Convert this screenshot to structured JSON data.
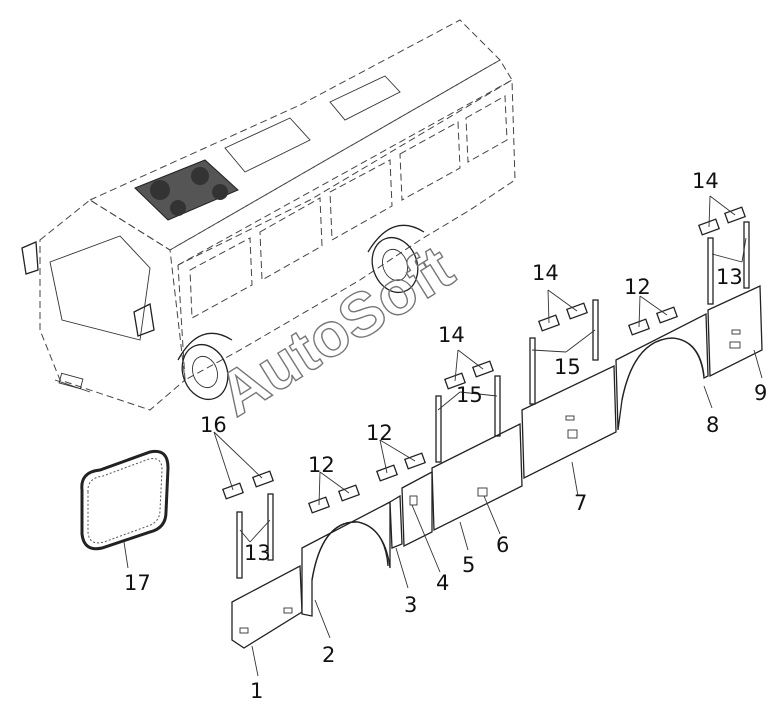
{
  "watermark": "AutoSoft",
  "callouts": {
    "c1": "1",
    "c2": "2",
    "c3": "3",
    "c4": "4",
    "c5": "5",
    "c6": "6",
    "c7": "7",
    "c8": "8",
    "c9": "9",
    "c12a": "12",
    "c12b": "12",
    "c12c": "12",
    "c13a": "13",
    "c13b": "13",
    "c14a": "14",
    "c14b": "14",
    "c14c": "14",
    "c15a": "15",
    "c15b": "15",
    "c16": "16",
    "c17": "17"
  }
}
